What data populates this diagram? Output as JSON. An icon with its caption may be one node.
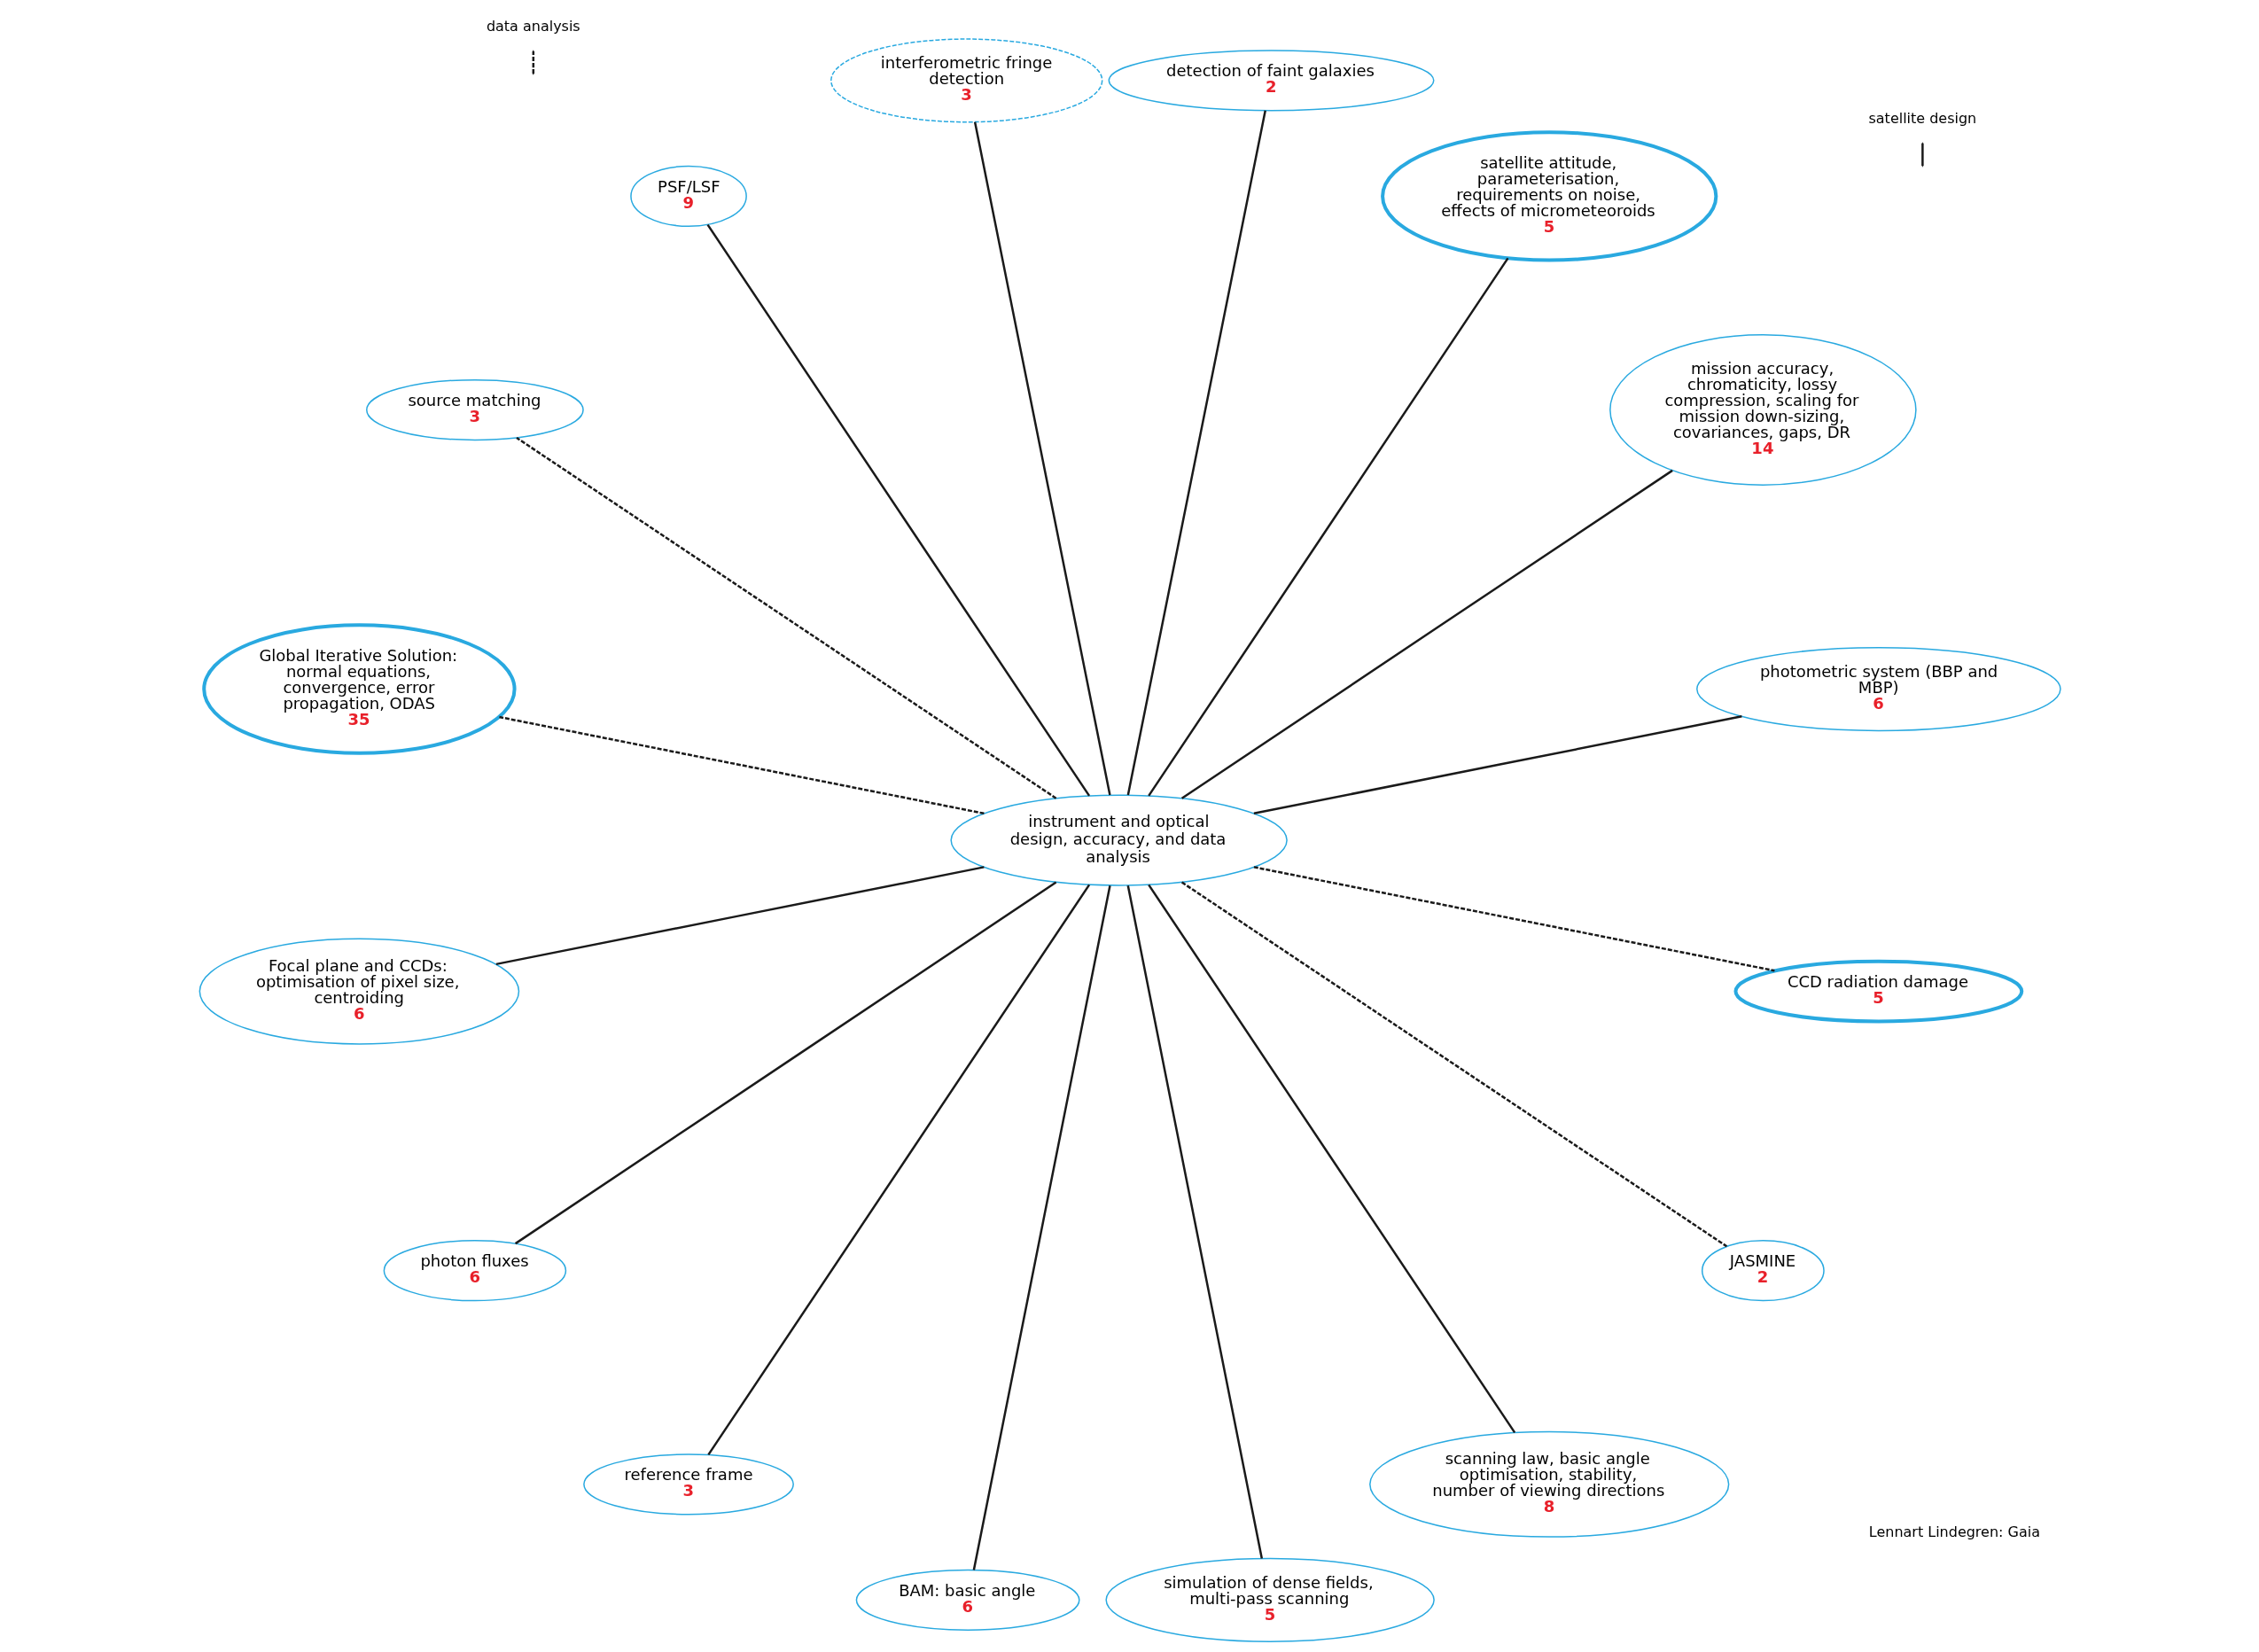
{
  "diagram": {
    "nodes": [
      {
        "text": [
          "photometric system (BBP and MBP)",
          "6"
        ]
      },
      {
        "text": [
          "mission accuracy, chromaticity, lossy compression, scaling for mission down-sizing, covariances, gaps, DR",
          "14"
        ]
      },
      {
        "text": [
          "satellite attitude, parameterisation, requirements on noise, effects of micrometeoroids",
          "5"
        ]
      },
      {
        "text": [
          "detection of faint galaxies",
          "2"
        ]
      },
      {
        "text": [
          "interferometric fringe detection",
          "3"
        ]
      },
      {
        "text": [
          "PSF/LSF",
          "9"
        ]
      },
      {
        "text": [
          "instrument and optical design, accuracy, and data analysis"
        ]
      },
      {
        "text": [
          "source matching",
          "3"
        ]
      },
      {
        "text": [
          "Global Iterative Solution: normal equations, convergence, error propagation, ODAS",
          "35"
        ]
      },
      {
        "text": [
          "Focal plane and CCDs: optimisation of pixel size, centroiding",
          "6"
        ]
      },
      {
        "text": [
          "photon fluxes",
          "6"
        ]
      },
      {
        "text": [
          "reference frame",
          "3"
        ]
      },
      {
        "text": [
          "BAM: basic angle",
          "6"
        ]
      },
      {
        "text": [
          "simulation of dense fields, multi-pass scanning",
          "5"
        ]
      },
      {
        "text": [
          "scanning law, basic angle optimisation, stability, number of viewing directions",
          "8"
        ]
      },
      {
        "text": [
          "JASMINE",
          "2"
        ]
      },
      {
        "text": [
          "CCD radiation damage",
          "5"
        ]
      }
    ],
    "edges": [
      {
        "from": 6,
        "to": 0,
        "arrow": "none"
      },
      {
        "from": 6,
        "to": 1,
        "arrow": "none"
      },
      {
        "from": 6,
        "to": 2,
        "arrow": "none"
      },
      {
        "from": 6,
        "to": 3,
        "arrow": "none"
      },
      {
        "from": 6,
        "to": 4,
        "arrow": "none"
      },
      {
        "from": 6,
        "to": 5,
        "arrow": "none"
      },
      {
        "from": 6,
        "to": 7,
        "arrow": "none",
        "style": "dashed"
      },
      {
        "from": 6,
        "to": 8,
        "arrow": "none",
        "style": "dashed"
      },
      {
        "from": 6,
        "to": 9,
        "arrow": "none"
      },
      {
        "from": 6,
        "to": 10,
        "arrow": "none"
      },
      {
        "from": 6,
        "to": 11,
        "arrow": "none"
      },
      {
        "from": 6,
        "to": 12,
        "arrow": "none"
      },
      {
        "from": 6,
        "to": 13,
        "arrow": "none"
      },
      {
        "from": 6,
        "to": 14,
        "arrow": "none"
      },
      {
        "from": 6,
        "to": 15,
        "arrow": "none",
        "style": "dashed"
      },
      {
        "from": 6,
        "to": 16,
        "arrow": "none",
        "style": "dashed"
      }
    ],
    "labels": [
      "Lennart Lindegren: Gaia"
    ],
    "legend": [
      {
        "text": "satellite design"
      },
      {
        "text": "data analysis"
      }
    ]
  }
}
